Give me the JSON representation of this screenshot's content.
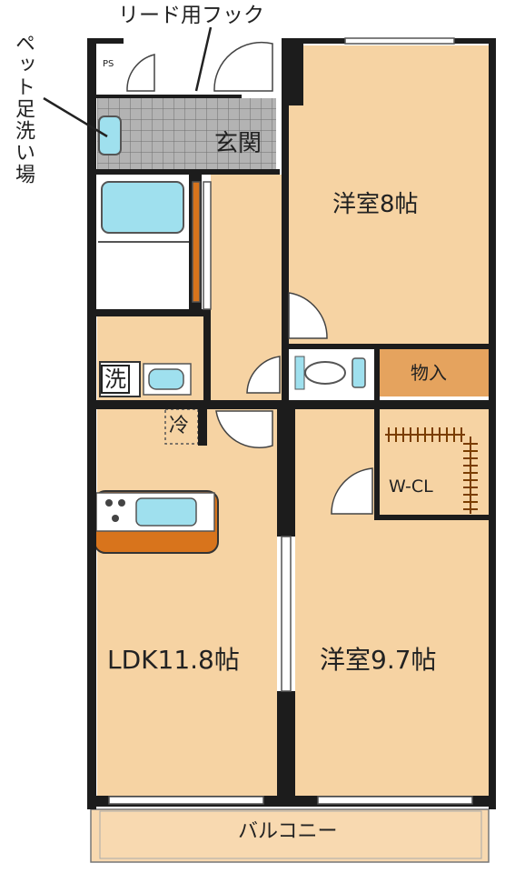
{
  "annotations": {
    "leash_hook": "リード用フック",
    "pet_foot_wash": "ペット足洗い場"
  },
  "rooms": {
    "ps": "PS",
    "entrance": "玄関",
    "western_room_1": "洋室8帖",
    "storage": "物入",
    "walk_in_closet": "W-CL",
    "western_room_2": "洋室9.7帖",
    "ldk": "LDK11.8帖",
    "balcony": "バルコニー",
    "washroom": "洗",
    "refrigerator": "冷"
  },
  "colors": {
    "floor": "#f6d3a3",
    "storage": "#e5a35e",
    "closet": "#dd933f",
    "counter": "#d8741c",
    "fixture": "#9fe0ee",
    "wall": "#1c1c1c",
    "balcony": "#f8d9b0",
    "entrance_tile": "#a9a9a9"
  }
}
